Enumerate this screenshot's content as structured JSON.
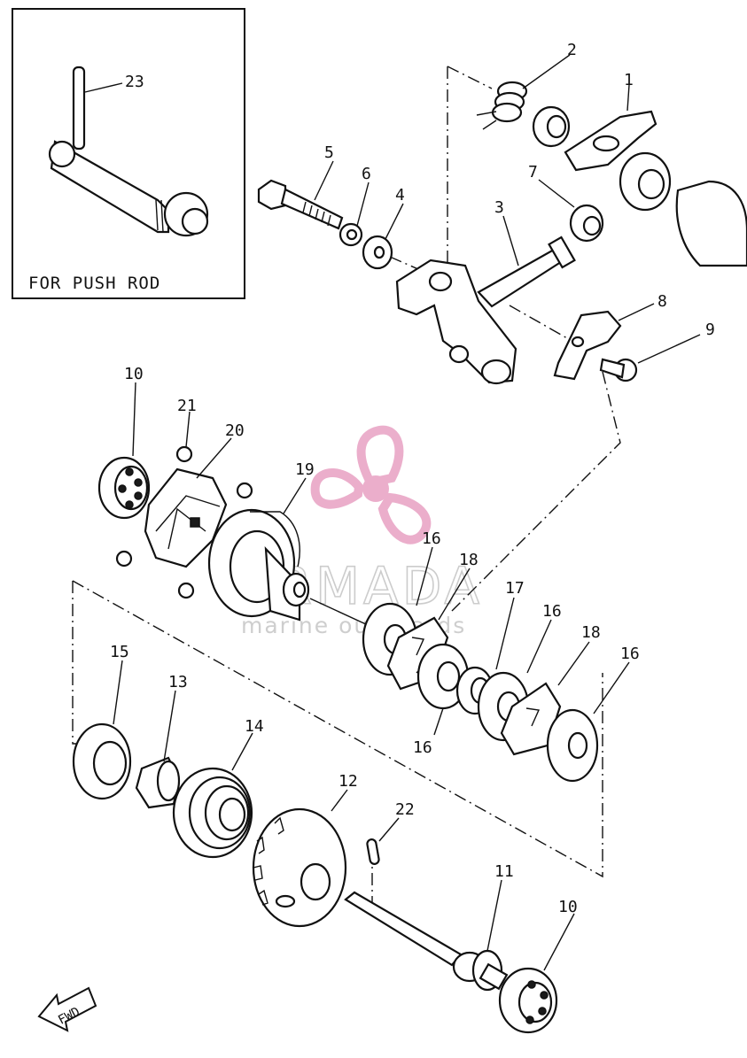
{
  "inset": {
    "caption": "FOR PUSH ROD"
  },
  "watermark": {
    "brand": "ARMADA",
    "tagline": "marine outboards",
    "accent": "#e9a6c6"
  },
  "arrow": {
    "label": "FWD"
  },
  "callouts": [
    {
      "id": "c1",
      "label": "1"
    },
    {
      "id": "c2",
      "label": "2"
    },
    {
      "id": "c3",
      "label": "3"
    },
    {
      "id": "c4",
      "label": "4"
    },
    {
      "id": "c5",
      "label": "5"
    },
    {
      "id": "c6",
      "label": "6"
    },
    {
      "id": "c7",
      "label": "7"
    },
    {
      "id": "c8",
      "label": "8"
    },
    {
      "id": "c9",
      "label": "9"
    },
    {
      "id": "c10a",
      "label": "10"
    },
    {
      "id": "c10b",
      "label": "10"
    },
    {
      "id": "c11",
      "label": "11"
    },
    {
      "id": "c12",
      "label": "12"
    },
    {
      "id": "c13",
      "label": "13"
    },
    {
      "id": "c14",
      "label": "14"
    },
    {
      "id": "c15",
      "label": "15"
    },
    {
      "id": "c16a",
      "label": "16"
    },
    {
      "id": "c16b",
      "label": "16"
    },
    {
      "id": "c16c",
      "label": "16"
    },
    {
      "id": "c16d",
      "label": "16"
    },
    {
      "id": "c17",
      "label": "17"
    },
    {
      "id": "c18a",
      "label": "18"
    },
    {
      "id": "c18b",
      "label": "18"
    },
    {
      "id": "c19",
      "label": "19"
    },
    {
      "id": "c20",
      "label": "20"
    },
    {
      "id": "c21",
      "label": "21"
    },
    {
      "id": "c22",
      "label": "22"
    },
    {
      "id": "c23",
      "label": "23"
    }
  ]
}
